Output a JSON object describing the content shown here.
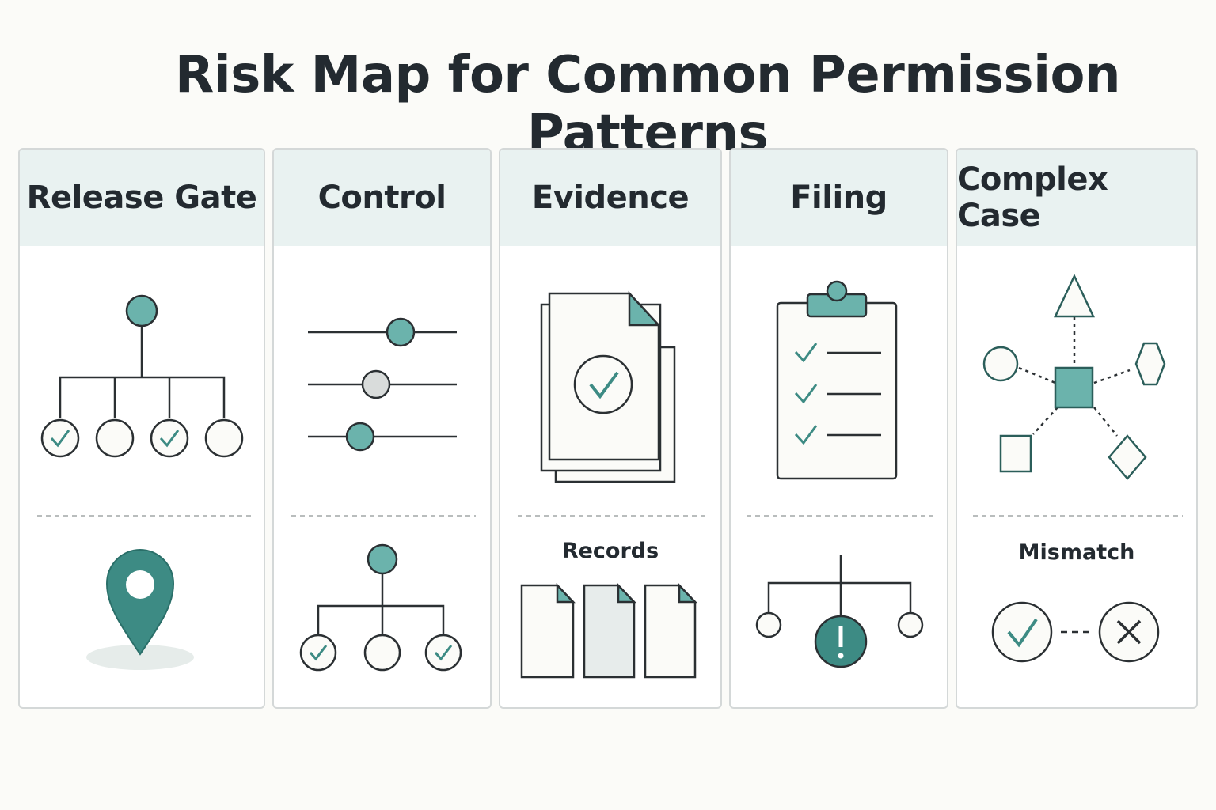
{
  "title": "Risk Map for Common Permission Patterns",
  "colors": {
    "accent": "#6bb3ac",
    "accent_dark": "#3d8b84",
    "stroke": "#2b3033",
    "header_bg": "#e9f2f1"
  },
  "panels": [
    {
      "id": "release-gate",
      "title": "Release Gate",
      "top_icon": "hierarchy-approval-icon",
      "bottom_icon": "location-pin-icon",
      "bottom_label": ""
    },
    {
      "id": "control",
      "title": "Control",
      "top_icon": "sliders-icon",
      "bottom_icon": "hierarchy-approval-icon",
      "bottom_label": ""
    },
    {
      "id": "evidence",
      "title": "Evidence",
      "top_icon": "verified-document-icon",
      "bottom_icon": "documents-icon",
      "bottom_label": "Records"
    },
    {
      "id": "filing",
      "title": "Filing",
      "top_icon": "clipboard-checklist-icon",
      "bottom_icon": "alert-hierarchy-icon",
      "bottom_label": ""
    },
    {
      "id": "complex-case",
      "title": "Complex Case",
      "top_icon": "shape-network-icon",
      "bottom_icon": "check-cross-icon",
      "bottom_label": "Mismatch"
    }
  ]
}
